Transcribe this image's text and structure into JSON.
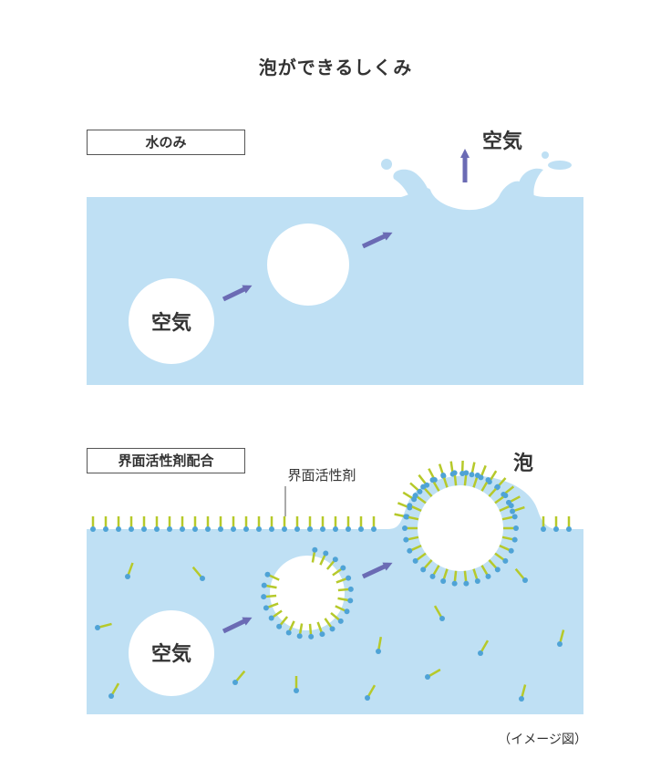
{
  "title": "泡ができるしくみ",
  "panel1": {
    "label": "水のみ",
    "air_bubble_label": "空気",
    "air_escape_label": "空気"
  },
  "panel2": {
    "label": "界面活性剤配合",
    "surfactant_label": "界面活性剤",
    "air_bubble_label": "空気",
    "foam_label": "泡"
  },
  "caption": "（イメージ図）",
  "colors": {
    "water": "#bfe0f4",
    "arrow": "#6b6bb4",
    "surfactant_tail": "#b6c92a",
    "surfactant_head": "#4fa3d6",
    "bubble": "#ffffff"
  }
}
